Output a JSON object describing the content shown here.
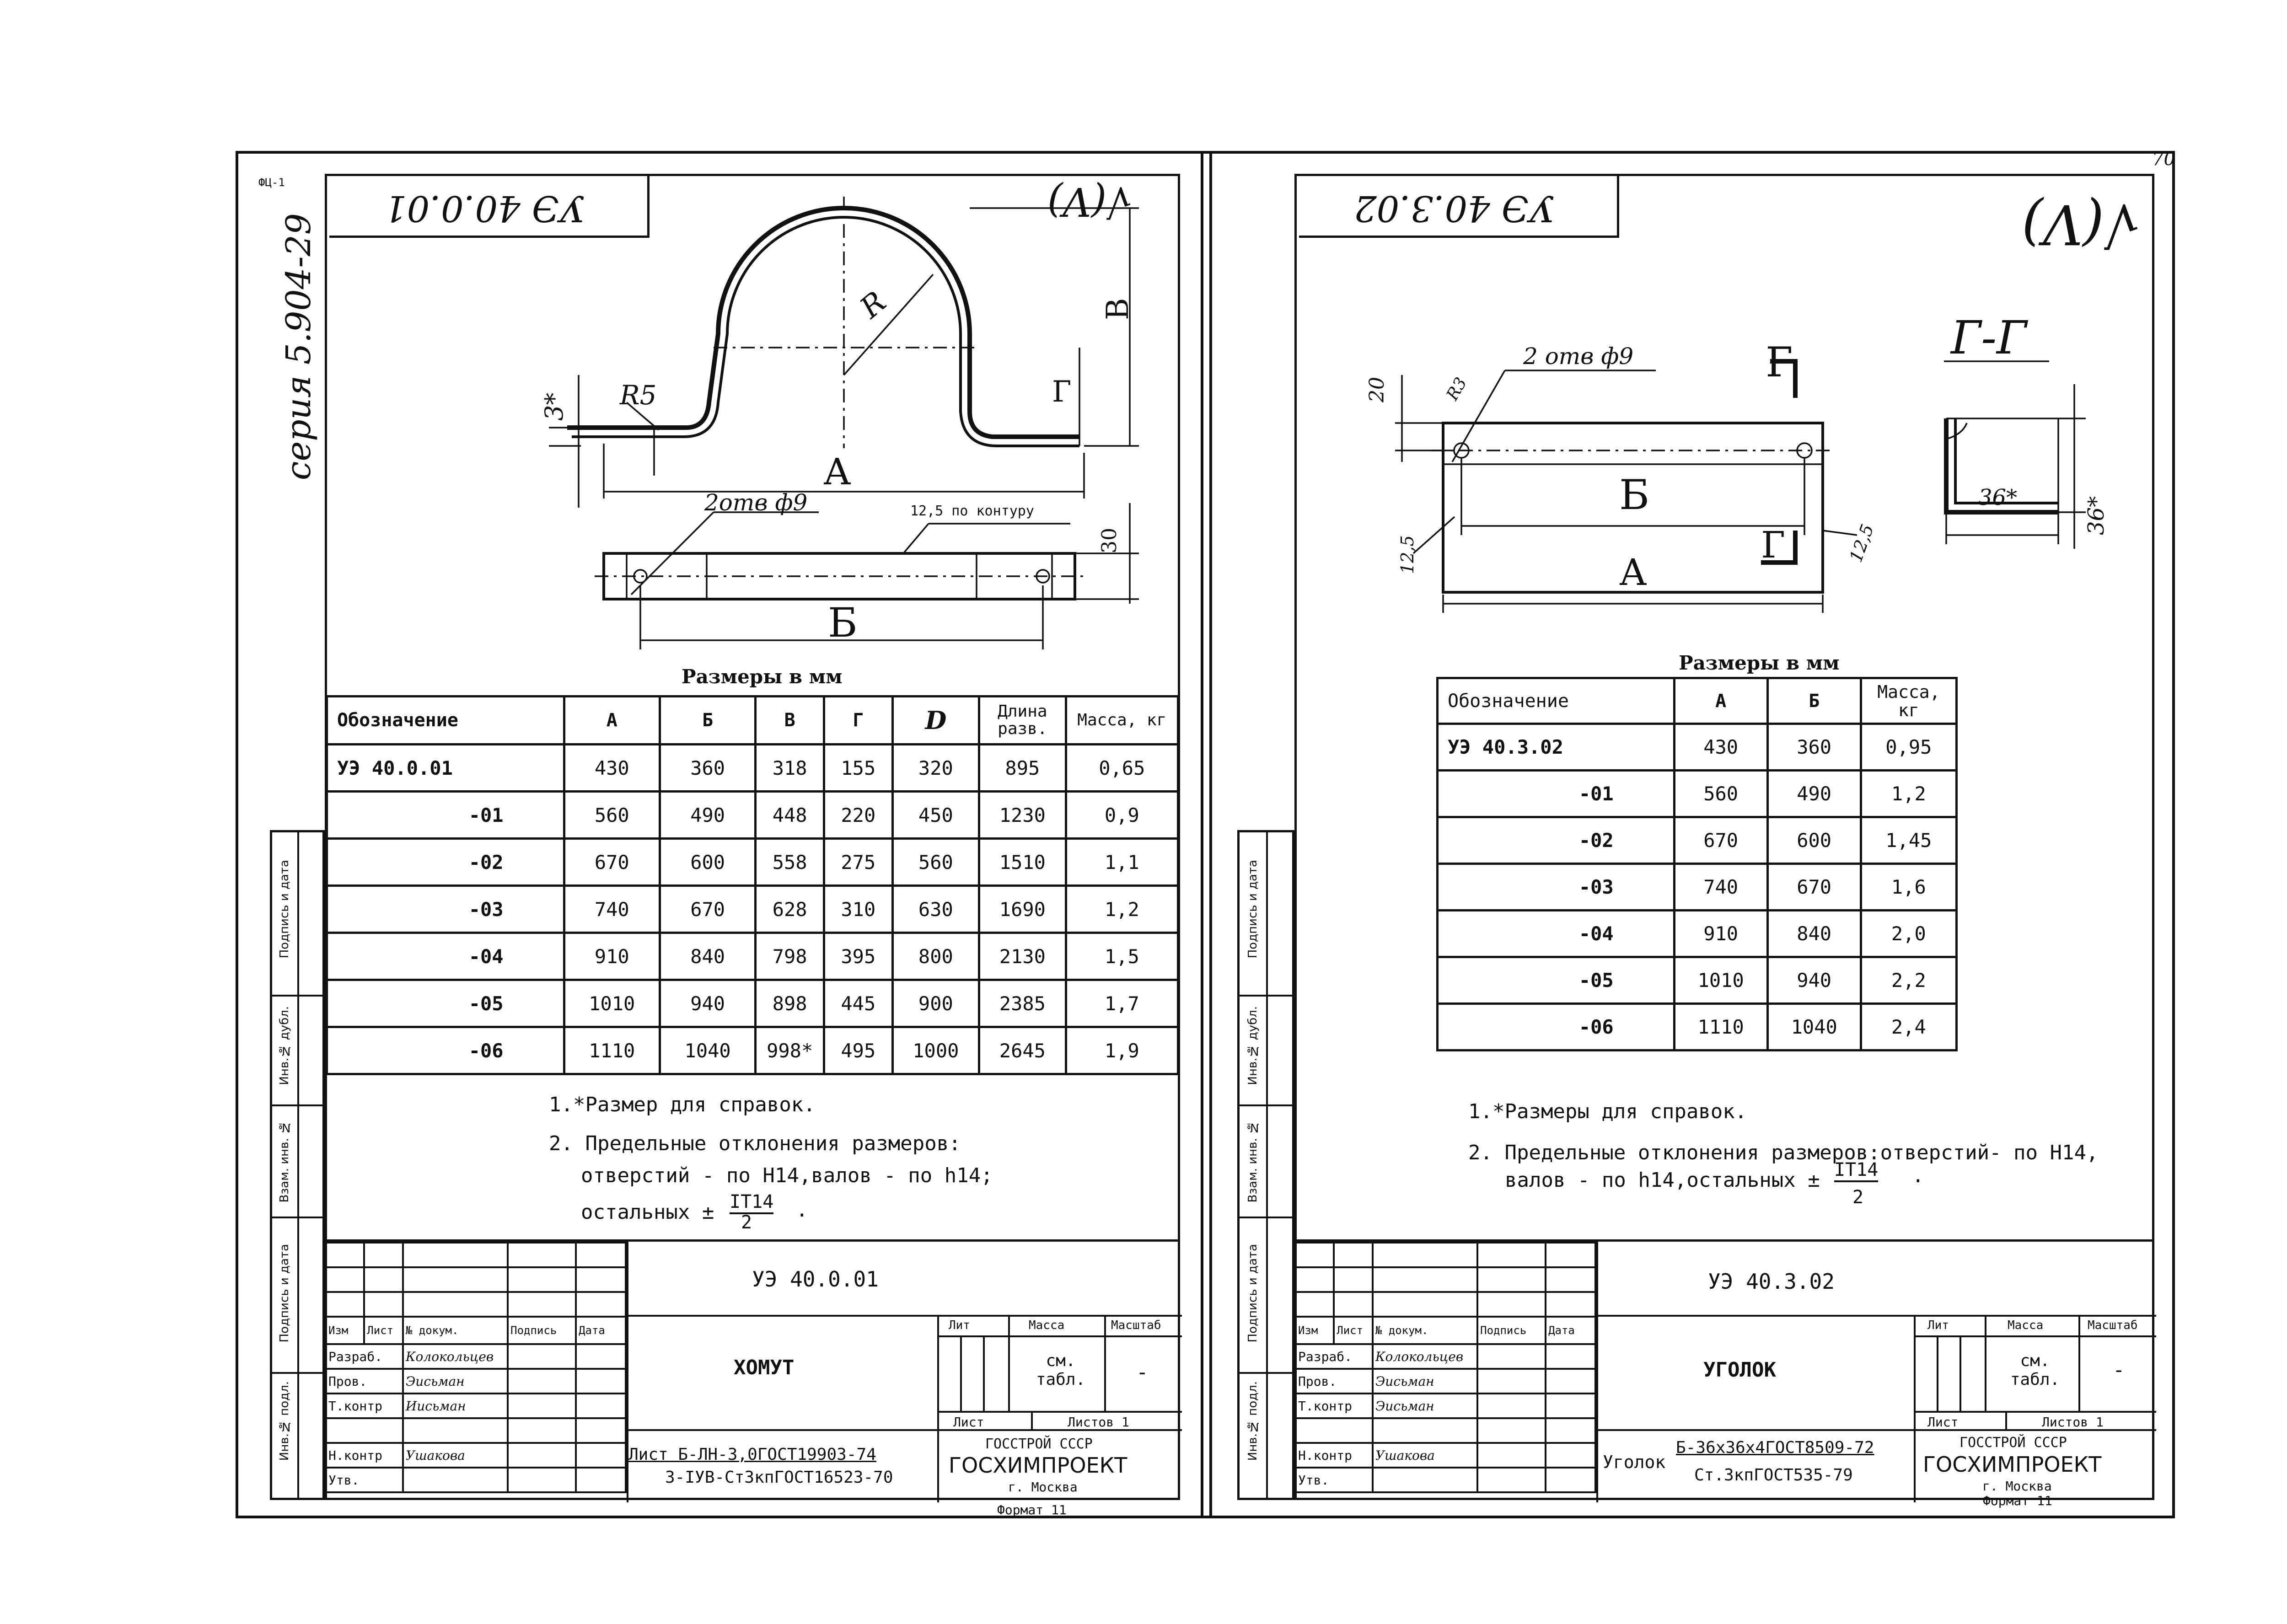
{
  "left": {
    "corner_mark": "ФЦ-1",
    "series": "серия 5.904-29",
    "header_code": "УЭ 40.0.01",
    "roughness": "√(V)",
    "dims": {
      "R": "R",
      "r5": "R5",
      "three": "3*",
      "A": "А",
      "B": "В",
      "G": "Г",
      "holes": "2отв ф9",
      "contour": "12,5 по контуру",
      "thirty": "30",
      "Bb": "Б"
    },
    "sizes_caption": "Размеры в мм",
    "table": {
      "headers": [
        "Обозначение",
        "А",
        "Б",
        "В",
        "Г",
        "D",
        "Длина разв.",
        "Масса, кг"
      ],
      "rows": [
        [
          "УЭ 40.0.01",
          "430",
          "360",
          "318",
          "155",
          "320",
          "895",
          "0,65"
        ],
        [
          "-01",
          "560",
          "490",
          "448",
          "220",
          "450",
          "1230",
          "0,9"
        ],
        [
          "-02",
          "670",
          "600",
          "558",
          "275",
          "560",
          "1510",
          "1,1"
        ],
        [
          "-03",
          "740",
          "670",
          "628",
          "310",
          "630",
          "1690",
          "1,2"
        ],
        [
          "-04",
          "910",
          "840",
          "798",
          "395",
          "800",
          "2130",
          "1,5"
        ],
        [
          "-05",
          "1010",
          "940",
          "898",
          "445",
          "900",
          "2385",
          "1,7"
        ],
        [
          "-06",
          "1110",
          "1040",
          "998*",
          "495",
          "1000",
          "2645",
          "1,9"
        ]
      ]
    },
    "notes": {
      "n1": "1.*Размер для справок.",
      "n2a": "2. Предельные отклонения размеров:",
      "n2b": "отверстий - по Н14,валов - по h14;",
      "n2c": "остальных ±",
      "frac_top": "IT14",
      "frac_bottom": "2"
    },
    "stamp": {
      "code": "УЭ 40.0.01",
      "name": "ХОМУТ",
      "hdr_izm": "Изм",
      "hdr_list": "Лист",
      "hdr_dokum": "№ докум.",
      "hdr_podp": "Подпись",
      "hdr_data": "Дата",
      "r_razrab": "Разраб.",
      "r_prov": "Пров.",
      "r_tkontr": "Т.контр",
      "r_nkontr": "Н.контр",
      "r_utv": "Утв.",
      "n_razrab": "Колокольцев",
      "n_prov": "Эисьман",
      "n_tkontr": "Иисьман",
      "n_nkontr": "Ушакова",
      "lit": "Лит",
      "massa": "Масса",
      "masshtab": "Масштаб",
      "mass_val": "см. табл.",
      "scale_val": "-",
      "list": "Лист",
      "listov": "Листов 1",
      "material_1": "Лист Б-ЛН-3,0ГОСТ19903-74",
      "material_2": "3-IУВ-Ст3кпГОСТ16523-70",
      "org1": "ГОССТРОЙ СССР",
      "org2": "ГОСХИМПРОЕКТ",
      "org3": "г. Москва",
      "format": "Формат 11"
    },
    "side": {
      "podp_data": "Подпись и дата",
      "inv_dubl": "Инв.№ дубл.",
      "vzam_inv": "Взам. инв. №",
      "podp_data2": "Подпись и дата",
      "inv_podl": "Инв.№ подл."
    }
  },
  "right": {
    "page_no": "70",
    "header_code": "УЭ 40.3.02",
    "roughness": "√(V)",
    "dims": {
      "holes": "2 отв ф9",
      "twenty": "20",
      "r_small": "R3",
      "Bb": "Б",
      "A": "А",
      "g1": "Г",
      "g2": "Г",
      "tw5": "12,5",
      "tw5b": "12,5",
      "section": "Г-Г",
      "s36a": "36*",
      "s36b": "36*"
    },
    "sizes_caption": "Размеры в мм",
    "table": {
      "headers": [
        "Обозначение",
        "А",
        "Б",
        "Масса, кг"
      ],
      "rows": [
        [
          "УЭ 40.3.02",
          "430",
          "360",
          "0,95"
        ],
        [
          "-01",
          "560",
          "490",
          "1,2"
        ],
        [
          "-02",
          "670",
          "600",
          "1,45"
        ],
        [
          "-03",
          "740",
          "670",
          "1,6"
        ],
        [
          "-04",
          "910",
          "840",
          "2,0"
        ],
        [
          "-05",
          "1010",
          "940",
          "2,2"
        ],
        [
          "-06",
          "1110",
          "1040",
          "2,4"
        ]
      ]
    },
    "notes": {
      "n1": "1.*Размеры для справок.",
      "n2a": "2. Предельные отклонения размеров:отверстий- по Н14,",
      "n2b": "валов - по h14,остальных ±",
      "frac_top": "IT14",
      "frac_bottom": "2"
    },
    "stamp": {
      "code": "УЭ 40.3.02",
      "name": "УГОЛОК",
      "hdr_izm": "Изм",
      "hdr_list": "Лист",
      "hdr_dokum": "№ докум.",
      "hdr_podp": "Подпись",
      "hdr_data": "Дата",
      "r_razrab": "Разраб.",
      "r_prov": "Пров.",
      "r_tkontr": "Т.контр",
      "r_nkontr": "Н.контр",
      "r_utv": "Утв.",
      "n_razrab": "Колокольцев",
      "n_prov": "Эисьман",
      "n_tkontr": "Эисьман",
      "n_nkontr": "Ушакова",
      "lit": "Лит",
      "massa": "Масса",
      "masshtab": "Масштаб",
      "mass_val": "см. табл.",
      "scale_val": "-",
      "list": "Лист",
      "listov": "Листов 1",
      "material_0": "Уголок",
      "material_1": "Б-36х36х4ГОСТ8509-72",
      "material_2": "Ст.3кпГОСТ535-79",
      "org1": "ГОССТРОЙ СССР",
      "org2": "ГОСХИМПРОЕКТ",
      "org3": "г. Москва",
      "format": "Формат 11"
    },
    "side": {
      "podp_data": "Подпись и дата",
      "inv_dubl": "Инв.№ дубл.",
      "vzam_inv": "Взам. инв. №",
      "podp_data2": "Подпись и дата",
      "inv_podl": "Инв.№ подл."
    }
  }
}
